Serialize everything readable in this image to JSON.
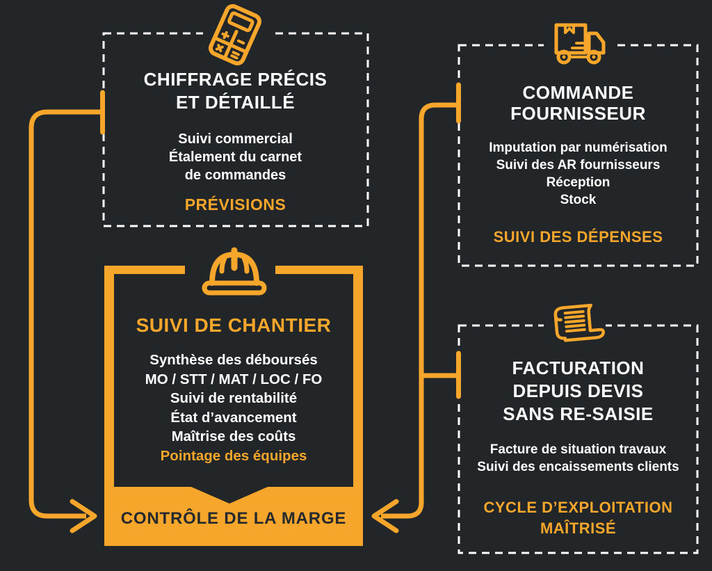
{
  "palette": {
    "background": "#232629",
    "accent_orange": "#F5A62B",
    "text_white": "#FFFFFF",
    "text_dark": "#26292E"
  },
  "boxes": {
    "chiffrage": {
      "icon": "calculator-icon",
      "title_lines": [
        "CHIFFRAGE PRÉCIS",
        "ET DÉTAILLÉ"
      ],
      "body_lines": [
        "Suivi commercial",
        "Étalement du carnet",
        "de commandes"
      ],
      "highlight": "PRÉVISIONS"
    },
    "commande": {
      "icon": "delivery-truck-icon",
      "title_lines": [
        "COMMANDE",
        "FOURNISSEUR"
      ],
      "body_lines": [
        "Imputation par numérisation",
        "Suivi des AR fournisseurs",
        "Réception",
        "Stock"
      ],
      "highlight": "SUIVI DES DÉPENSES"
    },
    "chantier": {
      "icon": "hard-hat-icon",
      "title": "SUIVI DE CHANTIER",
      "body_lines": [
        "Synthèse des déboursés",
        "MO / STT / MAT / LOC / FO",
        "Suivi de rentabilité",
        "État d’avancement",
        "Maîtrise des coûts"
      ],
      "highlight": "Pointage des équipes",
      "banner": "CONTRÔLE DE LA MARGE"
    },
    "facturation": {
      "icon": "invoice-scroll-icon",
      "title_lines": [
        "FACTURATION",
        "DEPUIS DEVIS",
        "SANS RE-SAISIE"
      ],
      "body_lines": [
        "Facture de situation travaux",
        "Suivi des encaissements clients"
      ],
      "highlight_lines": [
        "CYCLE D’EXPLOITATION",
        "MAÎTRISÉ"
      ]
    }
  }
}
